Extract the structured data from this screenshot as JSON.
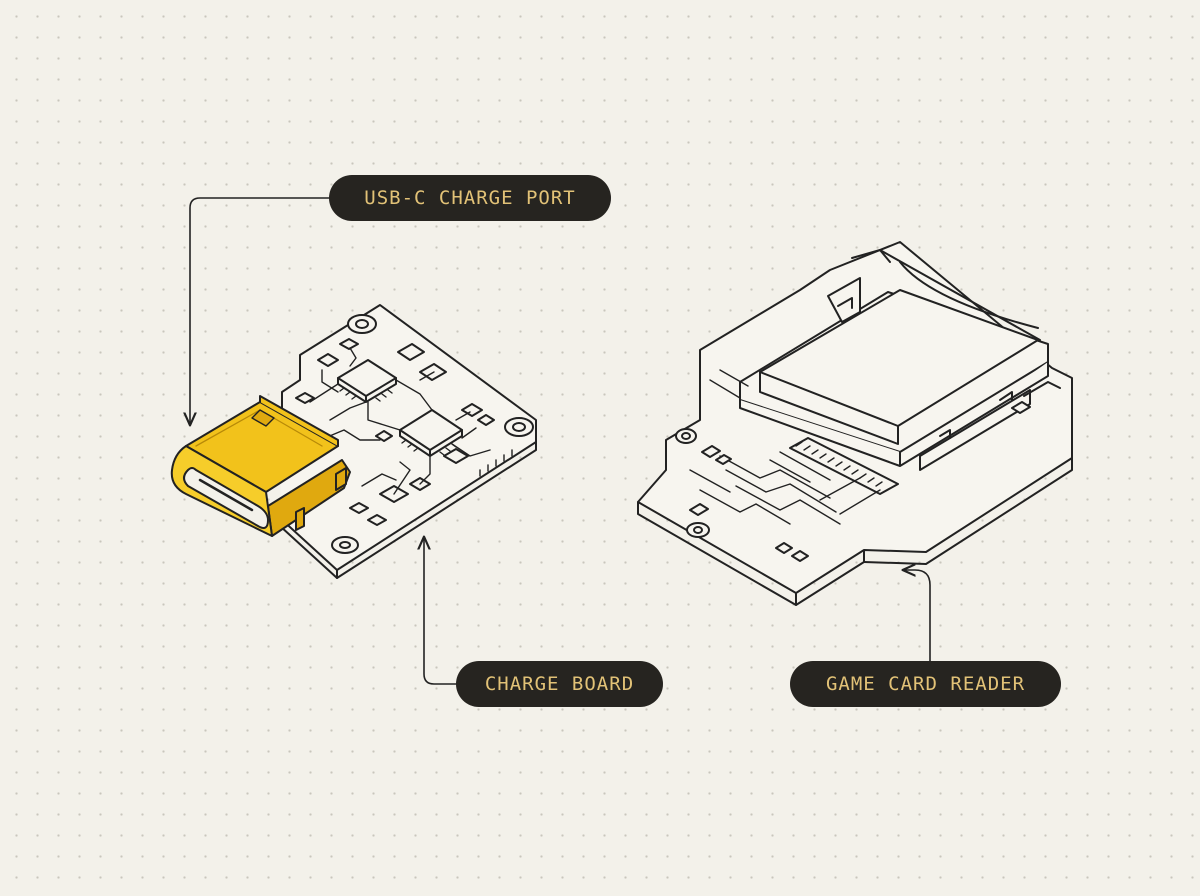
{
  "callouts": {
    "usb_port": "USB-C CHARGE PORT",
    "charge_board": "CHARGE BOARD",
    "card_reader": "GAME CARD READER"
  },
  "colors": {
    "background": "#f3f1ea",
    "ink": "#222222",
    "highlight": "#f2c21b",
    "label_bg": "#262420",
    "label_text": "#e2c277"
  }
}
